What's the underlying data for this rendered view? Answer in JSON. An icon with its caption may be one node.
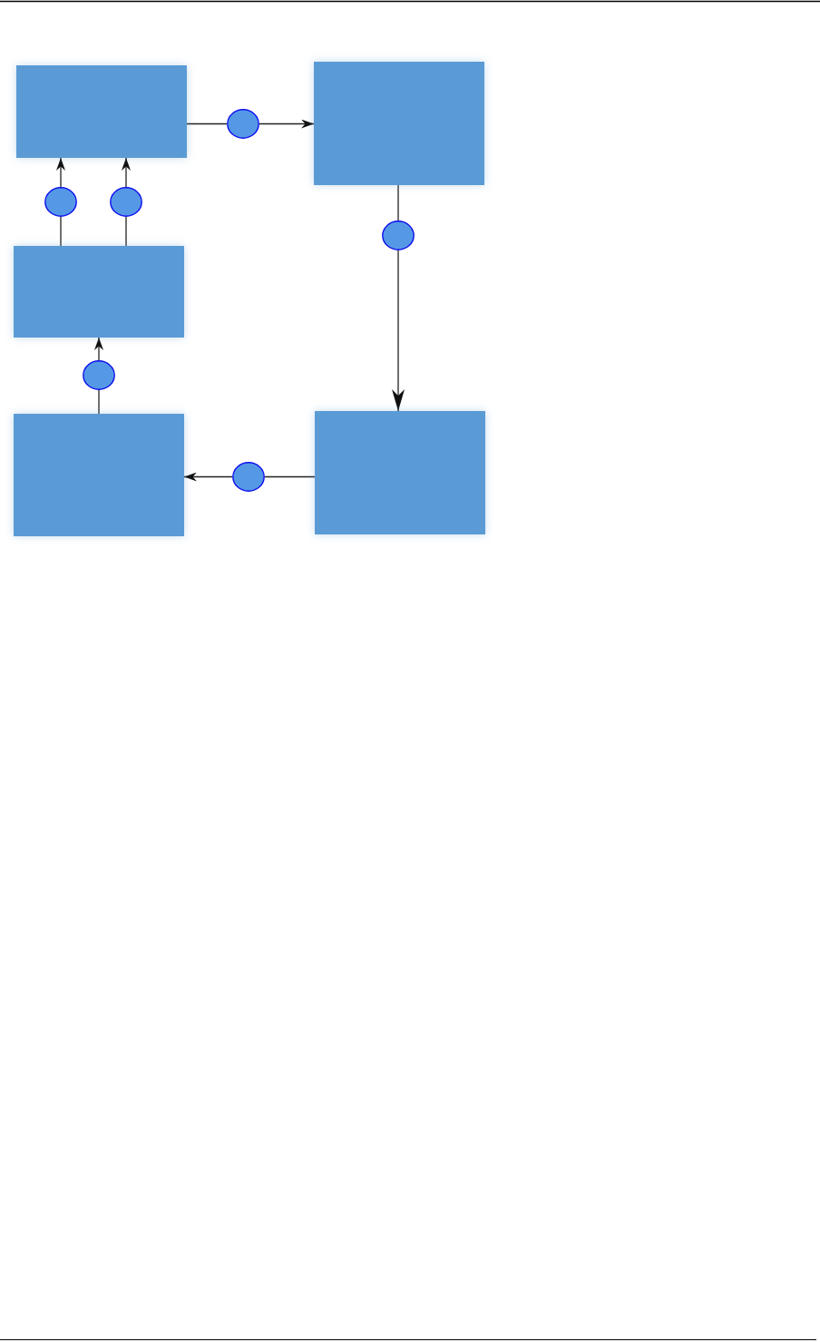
{
  "diagram": {
    "nodes": [
      {
        "text": [],
        "shape": "box"
      },
      {
        "text": [],
        "shape": "box"
      },
      {
        "text": [],
        "shape": "box"
      },
      {
        "text": [],
        "shape": "box"
      },
      {
        "text": [],
        "shape": "box"
      },
      {
        "text": [],
        "shape": "circle"
      },
      {
        "text": [],
        "shape": "circle"
      },
      {
        "text": [],
        "shape": "circle"
      },
      {
        "text": [],
        "shape": "circle"
      },
      {
        "text": [],
        "shape": "circle"
      },
      {
        "text": [],
        "shape": "circle"
      }
    ],
    "edges": [
      {
        "from": 0,
        "to": 5,
        "arrow": "none"
      },
      {
        "from": 5,
        "to": 1,
        "arrow": "to"
      },
      {
        "from": 2,
        "to": 6,
        "arrow": "none"
      },
      {
        "from": 6,
        "to": 0,
        "arrow": "to"
      },
      {
        "from": 2,
        "to": 7,
        "arrow": "none"
      },
      {
        "from": 7,
        "to": 0,
        "arrow": "to"
      },
      {
        "from": 1,
        "to": 8,
        "arrow": "none"
      },
      {
        "from": 8,
        "to": 4,
        "arrow": "to"
      },
      {
        "from": 3,
        "to": 9,
        "arrow": "none"
      },
      {
        "from": 9,
        "to": 2,
        "arrow": "to"
      },
      {
        "from": 4,
        "to": 10,
        "arrow": "none"
      },
      {
        "from": 10,
        "to": 3,
        "arrow": "to"
      }
    ]
  }
}
